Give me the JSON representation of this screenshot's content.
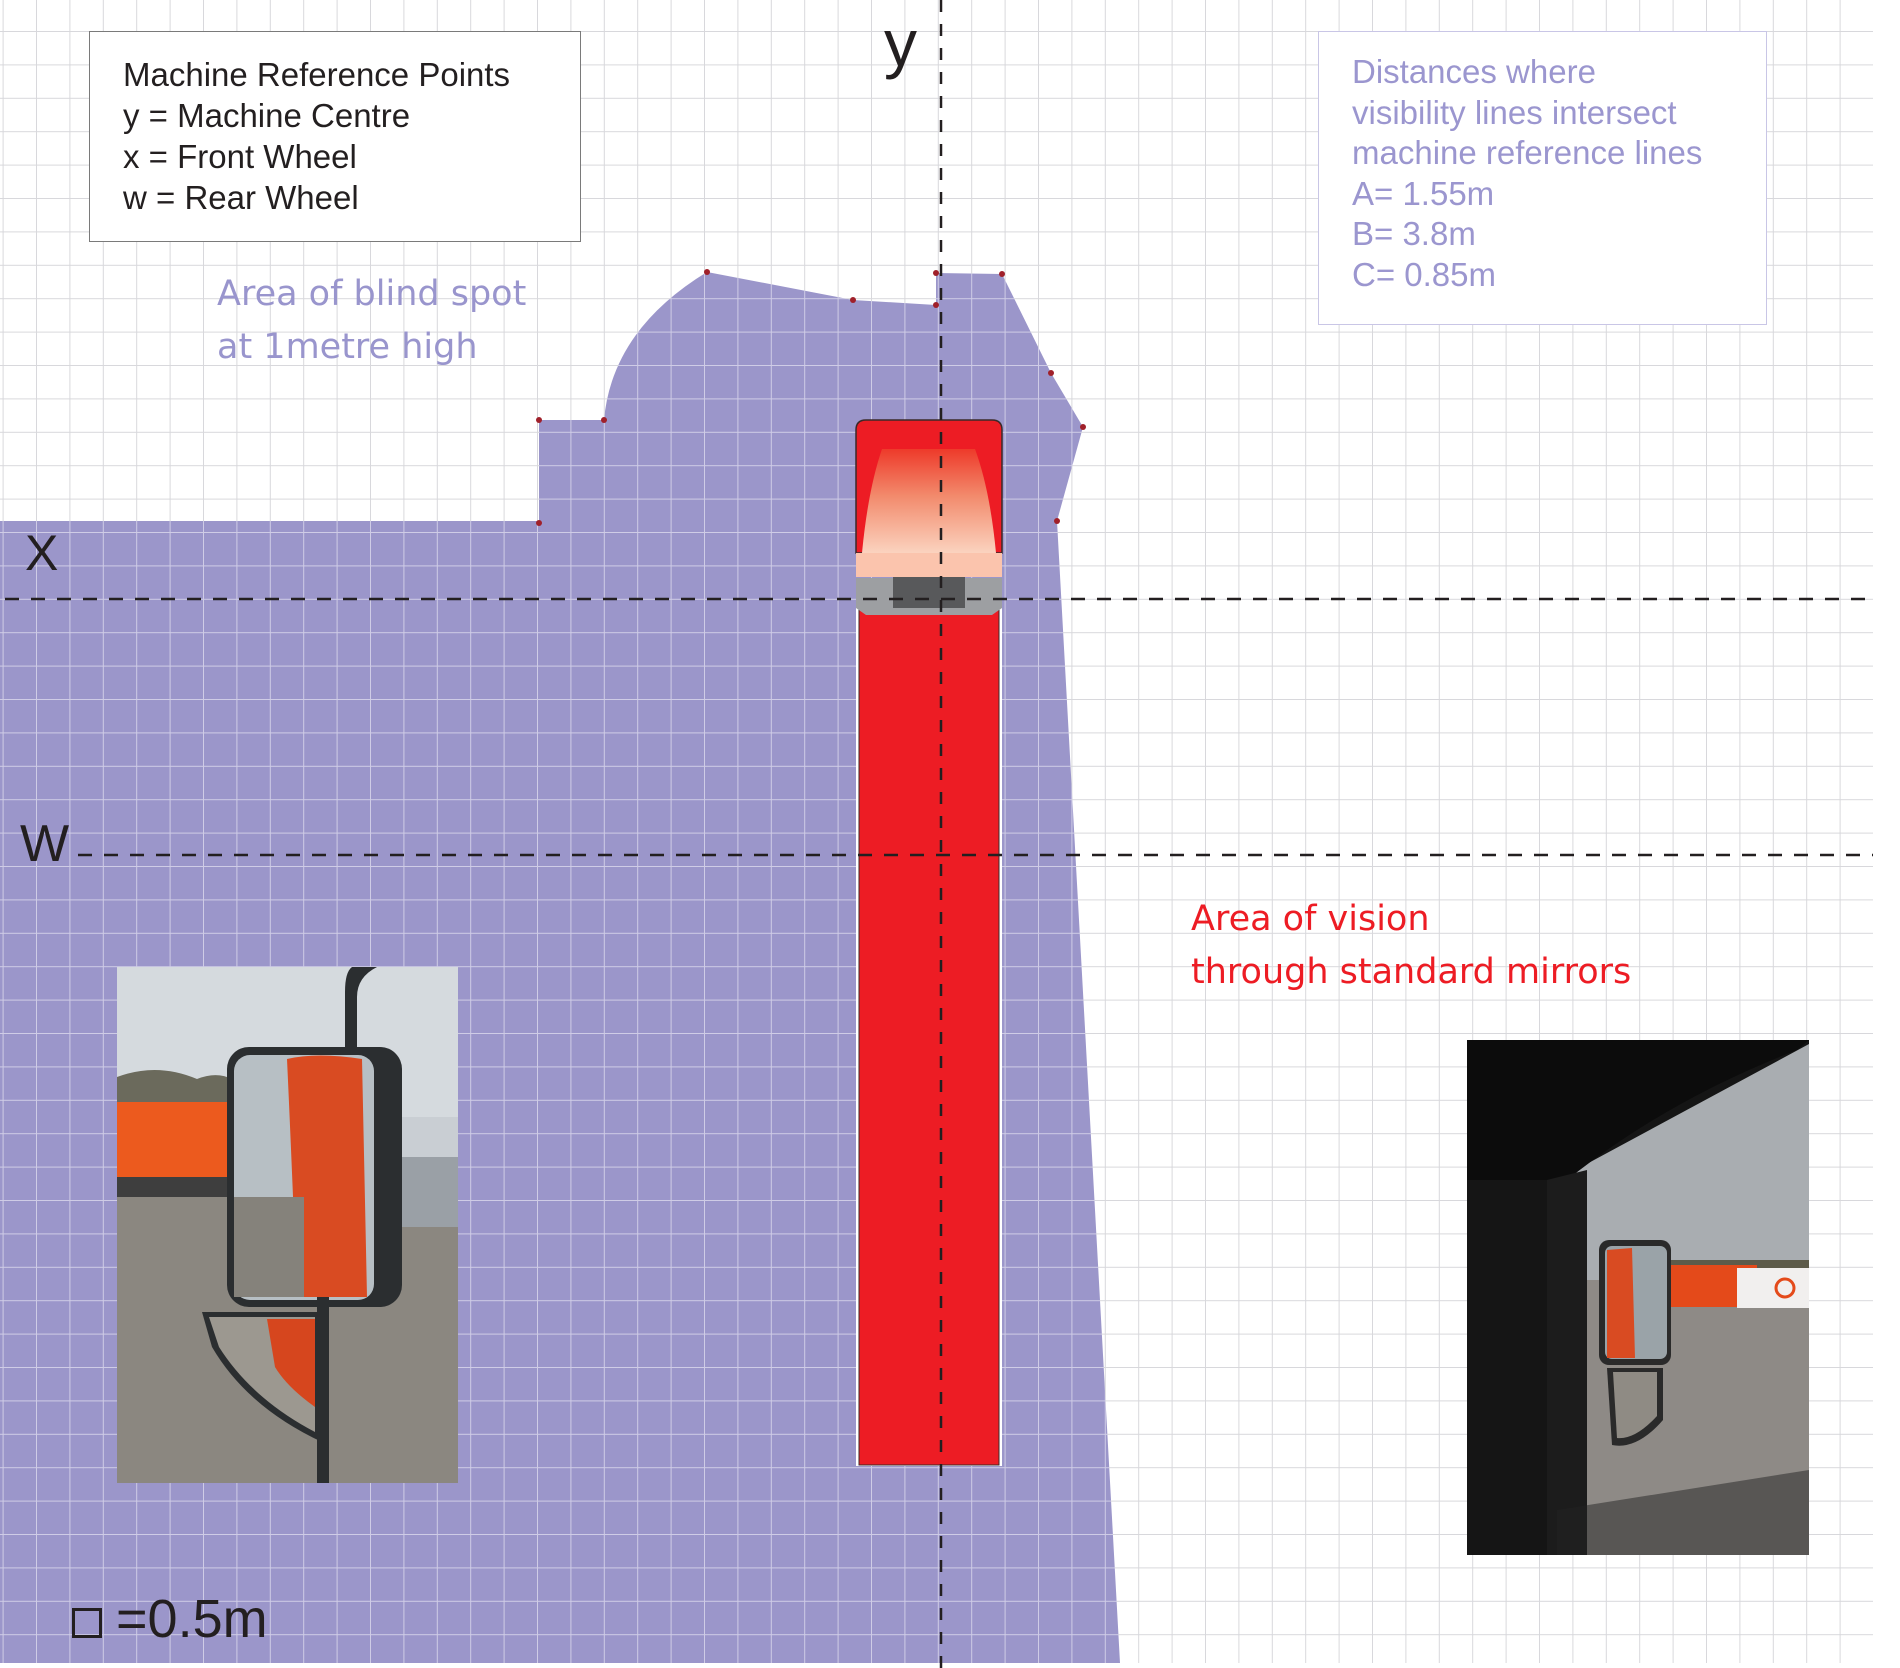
{
  "reference_box": {
    "title": "Machine Reference Points",
    "lines": [
      "y = Machine Centre",
      "x = Front Wheel",
      "w = Rear Wheel"
    ]
  },
  "distances_box": {
    "lines": [
      "Distances where",
      "visibility lines intersect",
      "machine reference lines"
    ],
    "values": [
      {
        "label": "A",
        "text": "A= 1.55m",
        "value_m": 1.55
      },
      {
        "label": "B",
        "text": "B= 3.8m",
        "value_m": 3.8
      },
      {
        "label": "C",
        "text": "C= 0.85m",
        "value_m": 0.85
      }
    ]
  },
  "regions": {
    "blind_spot": {
      "line1": "Area of blind spot",
      "line2": "at 1metre high",
      "color": "#9b96ca"
    },
    "vision": {
      "line1": "Area of vision",
      "line2": "through standard mirrors",
      "color": "#ed1c24"
    }
  },
  "axes": {
    "y": "y",
    "x": "X",
    "w": "W"
  },
  "scale": {
    "text": "=0.5m",
    "icon": "grid-square-icon"
  },
  "vehicle": {
    "body_color": "#ed1c24",
    "type": "truck-top-view"
  },
  "photos": [
    {
      "name": "mirror-photo-exterior",
      "description": "Side mirror viewed from outside cab"
    },
    {
      "name": "mirror-photo-interior",
      "description": "Side mirror viewed from driver seat"
    }
  ],
  "colors": {
    "grid_line": "#d9d9dc",
    "blind_area": "#9b96ca",
    "axis_dash": "#231f20"
  }
}
